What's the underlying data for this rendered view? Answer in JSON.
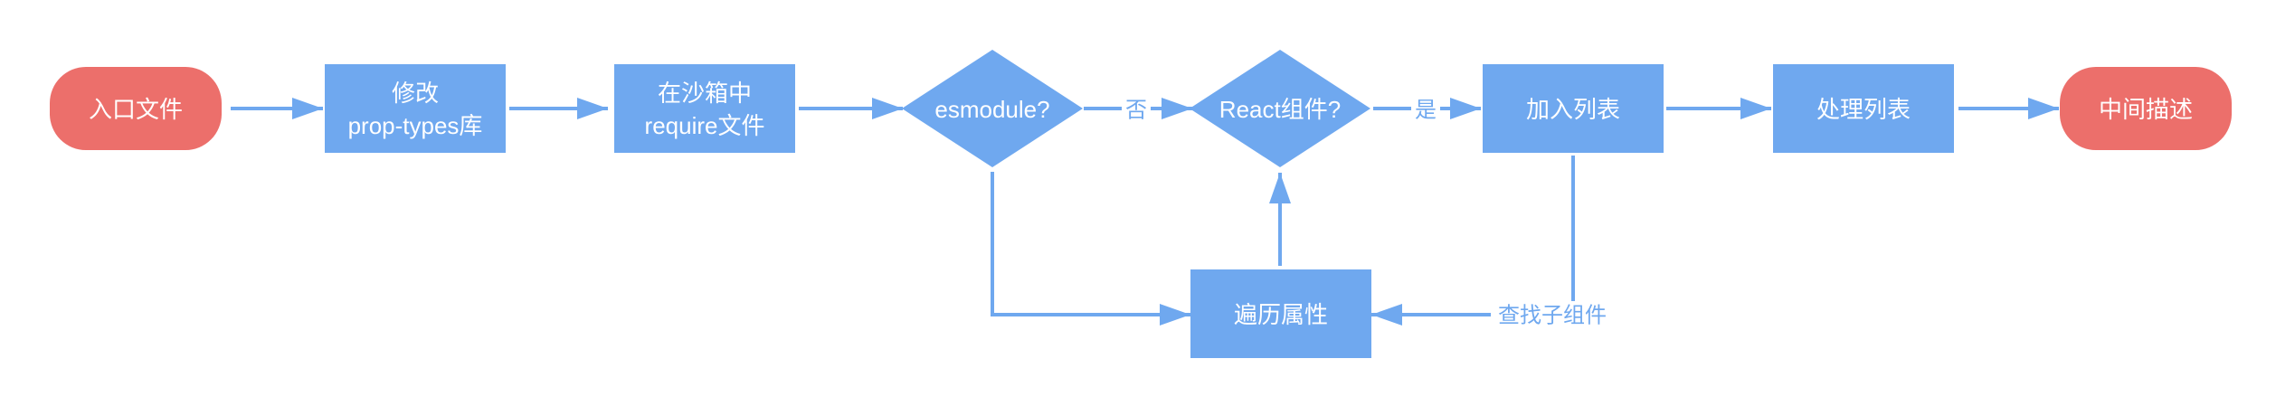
{
  "colors": {
    "terminal_fill": "#ec6f6b",
    "process_fill": "#6fa8ef",
    "edge": "#6fa8ef",
    "text": "#ffffff"
  },
  "nodes": {
    "entry_file": "入口文件",
    "modify_line1": "修改",
    "modify_line2": "prop-types库",
    "require_line1": "在沙箱中",
    "require_line2": "require文件",
    "esmodule_check": "esmodule?",
    "react_component_check": "React组件?",
    "add_to_list": "加入列表",
    "process_list": "处理列表",
    "intermediate_description": "中间描述",
    "traverse_properties": "遍历属性"
  },
  "edges": {
    "no": "否",
    "yes": "是",
    "find_child_components": "查找子组件"
  }
}
